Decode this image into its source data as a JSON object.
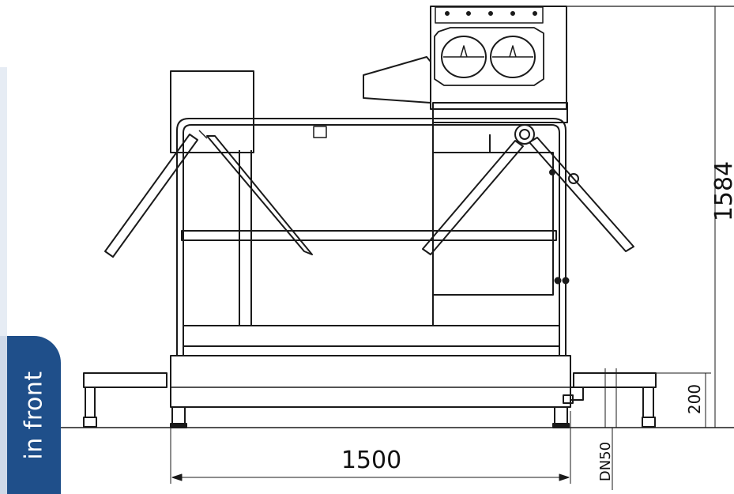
{
  "side_tab": {
    "label": "in front"
  },
  "dimensions": {
    "width_label": "1500",
    "height_label": "1584",
    "step_height_label": "200",
    "drain_label": "DN50"
  },
  "colors": {
    "line": "#1a1a1a",
    "tab": "#1f4f8a",
    "tab_bar": "#cfd9e8"
  }
}
